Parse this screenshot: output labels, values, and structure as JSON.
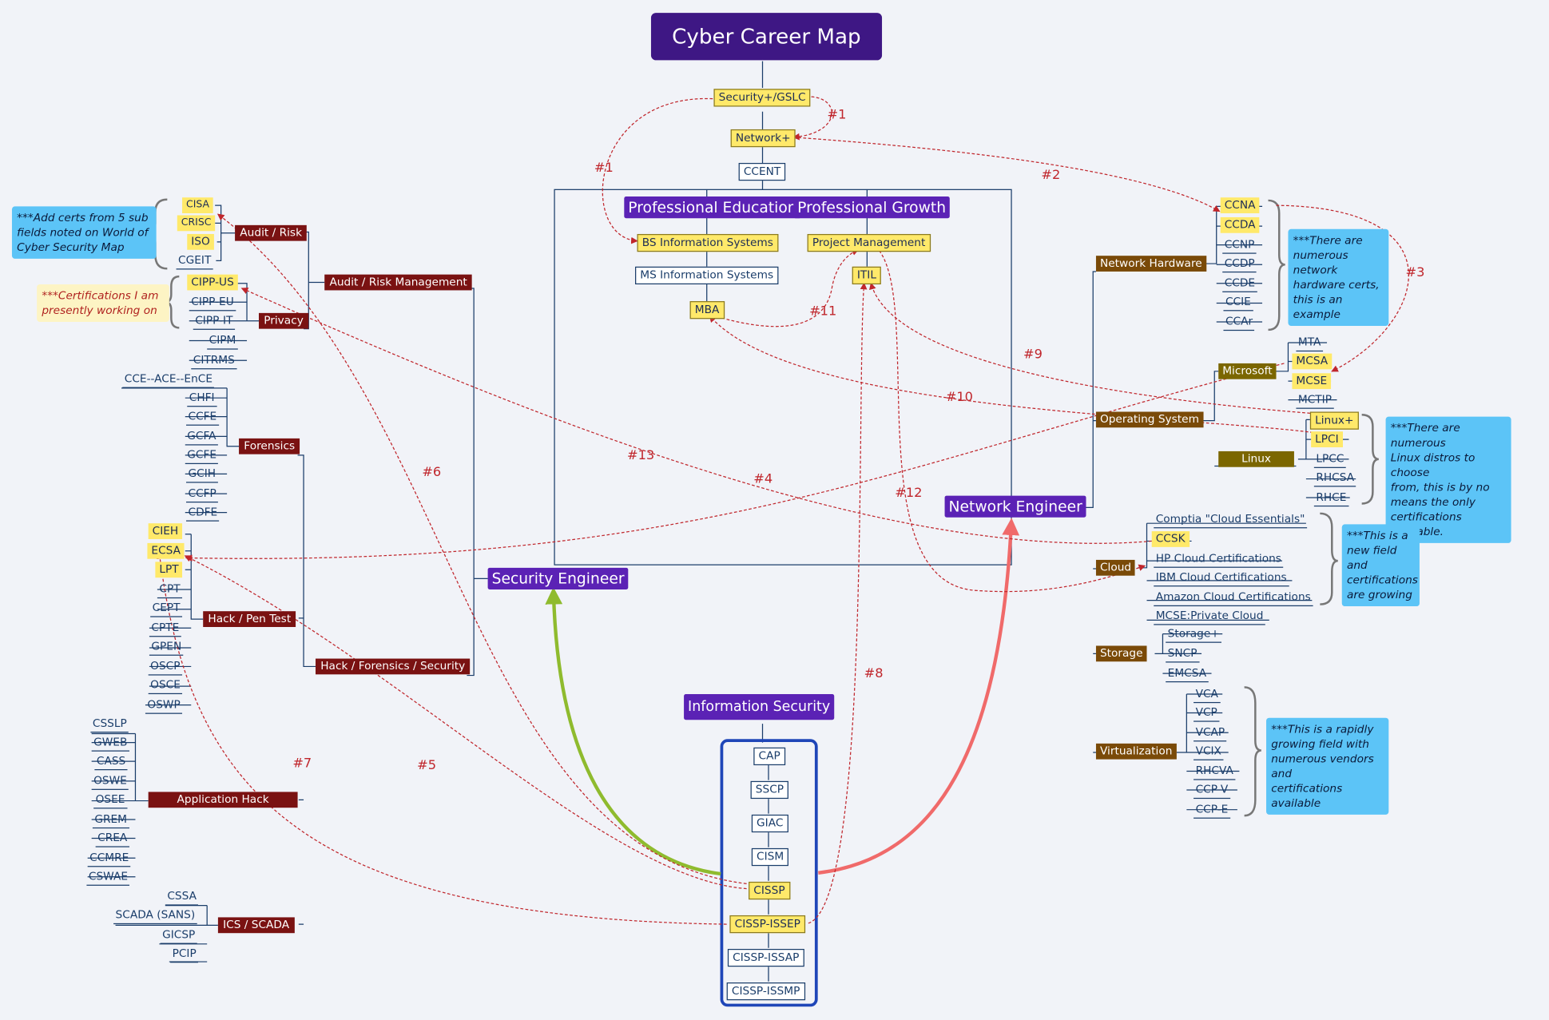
{
  "title": "Cyber Career Map",
  "path": {
    "sec_plus": "Security+/GSLC",
    "net_plus": "Network+",
    "ccent": "CCENT"
  },
  "education": {
    "label": "Professional Education",
    "items": [
      "BS Information Systems",
      "MS Information Systems",
      "MBA"
    ]
  },
  "growth": {
    "label": "Professional Growth",
    "items": [
      "Project Management",
      "ITIL"
    ]
  },
  "security_engineer": "Security Engineer",
  "network_engineer": "Network Engineer",
  "information_security": {
    "label": "Information Security",
    "certs": [
      "CAP",
      "SSCP",
      "GIAC",
      "CISM",
      "CISSP",
      "CISSP-ISSEP",
      "CISSP-ISSAP",
      "CISSP-ISSMP"
    ]
  },
  "audit_risk_management": {
    "label": "Audit / Risk Management",
    "audit_risk": {
      "label": "Audit / Risk",
      "certs": [
        "CISA",
        "CRISC",
        "ISO",
        "CGEIT"
      ]
    },
    "privacy": {
      "label": "Privacy",
      "certs": [
        "CIPP-US",
        "CIPP-EU",
        "CIPP-IT",
        "CIPM",
        "CITRMS"
      ]
    }
  },
  "hack_forensics_security": {
    "label": "Hack / Forensics / Security",
    "forensics": {
      "label": "Forensics",
      "certs": [
        "CCE--ACE--EnCE",
        "CHFI",
        "CCFE",
        "GCFA",
        "GCFE",
        "GCIH",
        "CCFP",
        "CDFE"
      ]
    },
    "pen_test": {
      "label": "Hack / Pen Test",
      "certs": [
        "CIEH",
        "ECSA",
        "LPT",
        "CPT",
        "CEPT",
        "CPTE",
        "GPEN",
        "OSCP",
        "OSCE",
        "OSWP"
      ]
    },
    "app_hack": {
      "label": "Application Hack",
      "certs": [
        "CSSLP",
        "GWEB",
        "CASS",
        "OSWE",
        "OSEE",
        "GREM",
        "CREA",
        "CCMRE",
        "CSWAE"
      ]
    },
    "ics": {
      "label": "ICS / SCADA",
      "certs": [
        "CSSA",
        "SCADA (SANS)",
        "GICSP",
        "PCIP"
      ]
    }
  },
  "network_hardware": {
    "label": "Network Hardware",
    "certs": [
      "CCNA",
      "CCDA",
      "CCNP",
      "CCDP",
      "CCDE",
      "CCIE",
      "CCAr"
    ]
  },
  "operating_system": {
    "label": "Operating System",
    "microsoft": {
      "label": "Microsoft",
      "certs": [
        "MTA",
        "MCSA",
        "MCSE",
        "MCTIP"
      ]
    },
    "linux": {
      "label": "Linux",
      "certs": [
        "Linux+",
        "LPCI",
        "LPCC",
        "RHCSA",
        "RHCE"
      ]
    }
  },
  "cloud": {
    "label": "Cloud",
    "certs": [
      "Comptia \"Cloud Essentials\"",
      "CCSK",
      "HP Cloud Certifications",
      "IBM Cloud Certifications",
      "Amazon Cloud Certifications",
      "MCSE:Private Cloud"
    ]
  },
  "storage": {
    "label": "Storage",
    "certs": [
      "Storage+",
      "SNCP",
      "EMCSA"
    ]
  },
  "virtualization": {
    "label": "Virtualization",
    "certs": [
      "VCA",
      "VCP",
      "VCAP",
      "VCIX",
      "RHCVA",
      "CCP-V",
      "CCP-E"
    ]
  },
  "notes": {
    "audit": "***Add certs from 5 sub\nfields noted on World of\nCyber Security Map",
    "working": "***Certifications I am\npresently working on",
    "network": "***There are\nnumerous network\nhardware certs,\nthis is an example",
    "linux": "***There are numerous\nLinux distros to choose\nfrom, this is by no\nmeans the only\ncertifications available.",
    "cloud": "***This is a\nnew field and\ncertifications\nare growing",
    "virtualization": "***This is a rapidly\ngrowing field with\nnumerous vendors and\ncertifications available"
  },
  "relations": [
    "#1",
    "#1",
    "#2",
    "#3",
    "#4",
    "#5",
    "#6",
    "#7",
    "#8",
    "#9",
    "#10",
    "#11",
    "#12",
    "#13"
  ],
  "colors": {
    "background": "#f1f3f8",
    "title": "#3e1784",
    "role": "#5b22b5",
    "category_dark_red": "#7a1212",
    "category_brown": "#7a4a08",
    "highlight_yellow": "#ffe96a",
    "relation_red": "#c0262c",
    "note_blue": "#5cc4f7",
    "arrow_green": "#8fbb2e",
    "arrow_salmon": "#f06a6a"
  }
}
